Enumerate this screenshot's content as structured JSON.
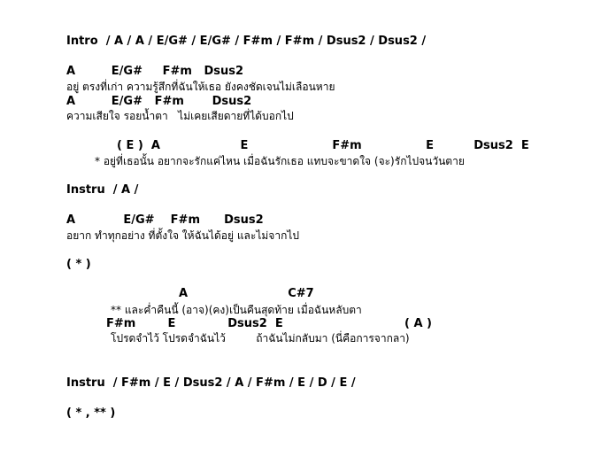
{
  "sheet": {
    "intro": "Intro  / A / A / E/G# / E/G# / F#m / F#m / Dsus2 / Dsus2 /",
    "verse1": {
      "chords1": "A         E/G#     F#m   Dsus2",
      "lyric1": "อยู่ ตรงที่เก่า ความรู้สึกที่ฉันให้เธอ ยังคงชัดเจนไม่เลือนหาย",
      "chords2": "A         E/G#   F#m       Dsus2",
      "lyric2": "ความเสียใจ รอยน้ำตา   ไม่เคยเสียดายที่ได้บอกไป"
    },
    "chorus1": {
      "chords": "( E )  A                    E                     F#m                E          Dsus2  E",
      "lyric": "* อยู่ที่เธอนั้น อยากจะรักแค่ไหน เมื่อฉันรักเธอ แทบจะขาดใจ (จะ)รักไปจนวันตาย"
    },
    "instru1": "Instru  / A /",
    "verse2": {
      "chords": "A            E/G#    F#m      Dsus2",
      "lyric": "อยาก ทำทุกอย่าง ที่ตั้งใจ ให้ฉันได้อยู่ และไม่จากไป"
    },
    "repeat1": "( * )",
    "chorus2": {
      "chords1": "A                         C#7",
      "lyric1": "** และค่ำคืนนี้ (อาจ)(คง)เป็นคืนสุดท้าย เมื่อฉันหลับตา",
      "chords2": "F#m        E             Dsus2  E",
      "chords2_end": "( A )",
      "lyric2": "โปรดจำไว้ โปรดจำฉันไว้         ถ้าฉันไม่กลับมา (นี่คือการจากลา)"
    },
    "instru2": "Instru  / F#m / E / Dsus2 / A / F#m / E / D / E /",
    "repeat2": "( * , ** )"
  }
}
